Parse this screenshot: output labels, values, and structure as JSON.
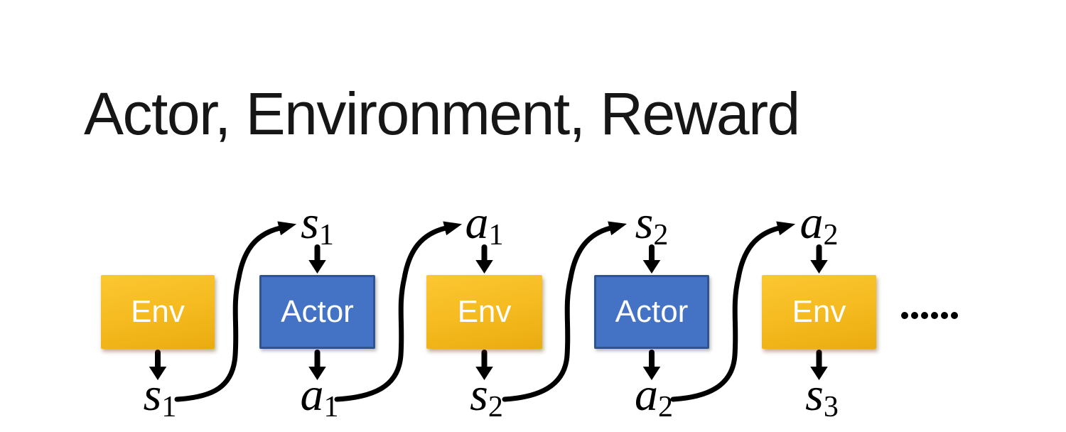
{
  "slide": {
    "title": "Actor, Environment, Reward"
  },
  "diagram": {
    "boxes": [
      {
        "id": "env-1",
        "label": "Env",
        "type": "env"
      },
      {
        "id": "actor-1",
        "label": "Actor",
        "type": "actor"
      },
      {
        "id": "env-2",
        "label": "Env",
        "type": "env"
      },
      {
        "id": "actor-2",
        "label": "Actor",
        "type": "actor"
      },
      {
        "id": "env-3",
        "label": "Env",
        "type": "env"
      }
    ],
    "top_labels": [
      {
        "base": "s",
        "sub": "1"
      },
      {
        "base": "a",
        "sub": "1"
      },
      {
        "base": "s",
        "sub": "2"
      },
      {
        "base": "a",
        "sub": "2"
      }
    ],
    "bottom_labels": [
      {
        "base": "s",
        "sub": "1"
      },
      {
        "base": "a",
        "sub": "1"
      },
      {
        "base": "s",
        "sub": "2"
      },
      {
        "base": "a",
        "sub": "2"
      },
      {
        "base": "s",
        "sub": "3"
      }
    ],
    "ellipsis": "……"
  },
  "colors": {
    "background": "#FFFFFF",
    "title_color": "#161616",
    "env_top": "#FCC733",
    "env_mid": "#F5BB20",
    "env_bottom": "#EAAB10",
    "actor_fill": "#4472C4",
    "actor_border": "#2F548F",
    "box_text": "#FFFFFF",
    "arrow_color": "#000000"
  }
}
